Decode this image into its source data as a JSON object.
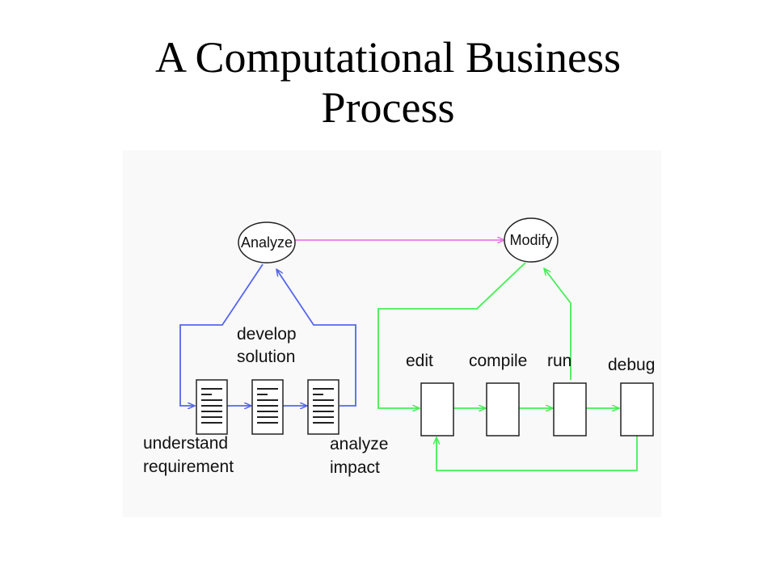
{
  "slide": {
    "title_line1": "A Computational Business",
    "title_line2": "Process"
  },
  "diagram": {
    "nodes": {
      "analyze": "Analyze",
      "modify": "Modify"
    },
    "labels": {
      "develop": "develop",
      "solution": "solution",
      "understand": "understand",
      "requirement": "requirement",
      "analyze_word": "analyze",
      "impact": "impact",
      "edit": "edit",
      "compile": "compile",
      "run": "run",
      "debug": "debug"
    },
    "colors": {
      "analyze_flow": "#5566ee",
      "dev_flow": "#44ee55",
      "top_link": "#ee88ee",
      "outline": "#222222"
    }
  }
}
